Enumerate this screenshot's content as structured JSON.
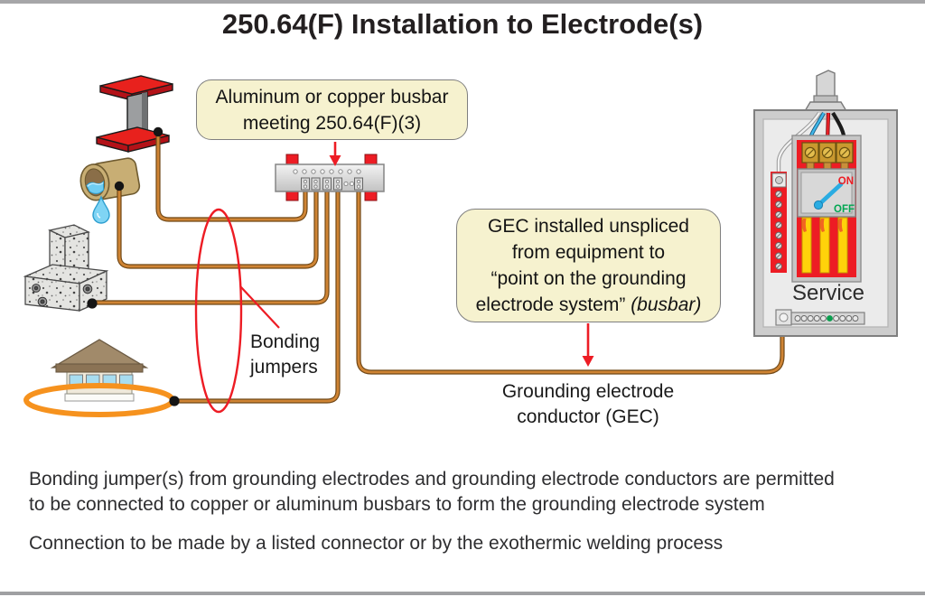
{
  "title": "250.64(F) Installation to Electrode(s)",
  "callouts": {
    "busbar": {
      "line1": "Aluminum or copper busbar",
      "line2": "meeting 250.64(F)(3)"
    },
    "gec": {
      "line1": "GEC installed unspliced",
      "line2": "from equipment to",
      "line3": "“point on the grounding",
      "line4": "electrode system”",
      "line4_italic": "(busbar)"
    }
  },
  "labels": {
    "bonding_jumpers_line1": "Bonding",
    "bonding_jumpers_line2": "jumpers",
    "gec_line1": "Grounding electrode",
    "gec_line2": "conductor (GEC)",
    "service": "Service",
    "switch_on": "ON",
    "switch_off": "OFF"
  },
  "notes": {
    "p1_line1": "Bonding jumper(s) from grounding electrodes and grounding electrode conductors are permitted",
    "p1_line2": "to be connected to copper or aluminum busbars to form the grounding electrode system",
    "p2": "Connection to be made by a listed connector or by the exothermic welding process"
  },
  "colors": {
    "accent_red": "#ed1c24",
    "callout_cream": "#f6f2cf",
    "copper_wire": "#cf8434",
    "copper_wire_edge": "#6f4716",
    "ground_ring_orange": "#f6921e",
    "busbar_gray": "#d9d9d9",
    "panel_red": "#ed1c24",
    "phase_bus_yellow": "#ffd20a",
    "switch_handle_blue": "#2aace2",
    "off_green": "#00a651",
    "steel_beam_red": "#e8211d",
    "pipe_tan": "#c8ae74",
    "water_blue": "#6fcdf2"
  }
}
